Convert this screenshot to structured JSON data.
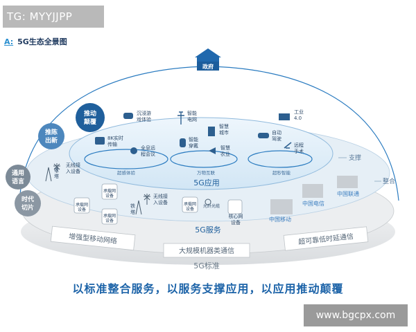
{
  "top_tag": "TG: MYYJJPP",
  "heading": {
    "prefix": "A:",
    "title": "5G生态全景图"
  },
  "government": "政府",
  "bubbles": [
    {
      "lines": [
        "推动",
        "颠覆"
      ]
    },
    {
      "lines": [
        "推陈",
        "出新"
      ]
    },
    {
      "lines": [
        "通用",
        "语言"
      ]
    },
    {
      "lines": [
        "时代",
        "切片"
      ]
    }
  ],
  "side_labels": {
    "support": "支撑",
    "integrate": "整合"
  },
  "app_layer": {
    "title": "5G应用",
    "rings": [
      "超感体验",
      "万物互联",
      "超秒智能"
    ],
    "nodes": [
      {
        "lines": [
          "沉浸游",
          "戏体验"
        ]
      },
      {
        "lines": [
          "智能",
          "电网"
        ]
      },
      {
        "lines": [
          "工业",
          "4.0"
        ]
      },
      {
        "lines": [
          "8K实时",
          "传输"
        ]
      },
      {
        "lines": [
          "全息远",
          "程会议"
        ]
      },
      {
        "lines": [
          "智能",
          "穿戴"
        ]
      },
      {
        "lines": [
          "智慧",
          "城市"
        ]
      },
      {
        "lines": [
          "智慧",
          "农业"
        ]
      },
      {
        "lines": [
          "自动",
          "驾驶"
        ]
      },
      {
        "lines": [
          "远程",
          "手术"
        ]
      }
    ]
  },
  "service_layer": {
    "title": "5G服务",
    "nodes": [
      {
        "lines": [
          "无线接",
          "入设备"
        ]
      },
      {
        "lines": [
          "铁",
          "塔"
        ]
      },
      {
        "lines": [
          "承载网",
          "设备"
        ]
      },
      {
        "lines": [
          "承载网",
          "设备"
        ]
      },
      {
        "lines": [
          "承载网",
          "设备"
        ]
      },
      {
        "lines": [
          "无线接",
          "入设备"
        ]
      },
      {
        "lines": [
          "铁",
          "塔"
        ]
      },
      {
        "lines": [
          "承载网",
          "设备"
        ]
      },
      {
        "lines": [
          "光纤光缆"
        ]
      },
      {
        "lines": [
          "核心网",
          "设备"
        ]
      }
    ]
  },
  "carriers": [
    "中国联通",
    "中国电信",
    "中国移动"
  ],
  "standard_layer": {
    "title": "5G标准",
    "bands": [
      "增强型移动网络",
      "大规模机器类通信",
      "超可靠低时延通信"
    ]
  },
  "slogan": "以标准整合服务，以服务支撑应用，以应用推动颠覆",
  "watermark": "www.bgcpx.com"
}
